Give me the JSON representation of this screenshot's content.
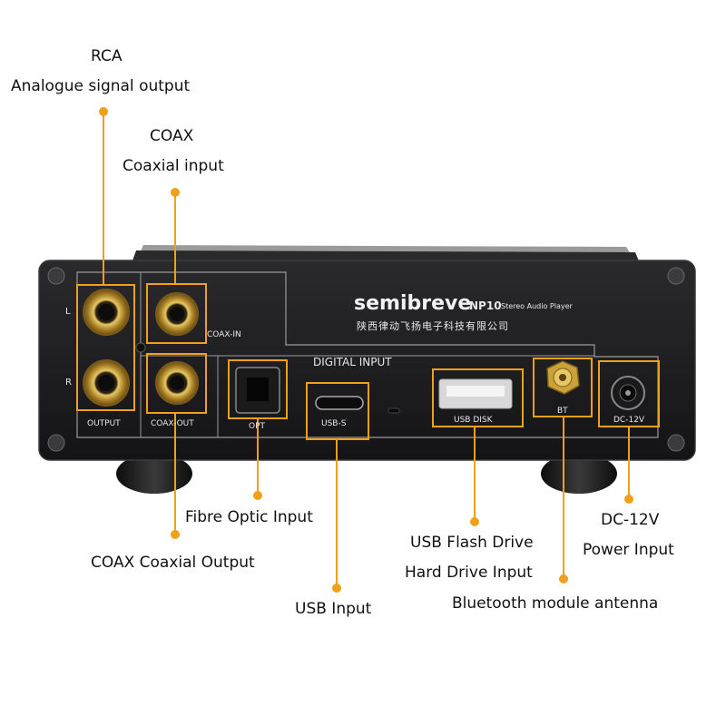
{
  "callouts": {
    "rca_title": "RCA",
    "rca_desc": "Analogue signal output",
    "coax_title": "COAX",
    "coax_desc": "Coaxial input",
    "fibre": "Fibre Optic Input",
    "coax_out": "COAX Coaxial Output",
    "usb_input": "USB Input",
    "usb_flash_1": "USB Flash Drive",
    "usb_flash_2": "Hard Drive Input",
    "bluetooth": "Bluetooth module antenna",
    "dc_1": "DC-12V",
    "dc_2": "Power Input"
  },
  "panel": {
    "brand": "semibreve",
    "model": "NP10",
    "model_desc": "Stereo Audio Player",
    "chinese": "陕西律动飞扬电子科技有限公司",
    "digital_input": "DIGITAL INPUT",
    "label_l": "L",
    "label_r": "R",
    "output": "OUTPUT",
    "coax_in": "COAX-IN",
    "coax_out": "COAX-OUT",
    "opt": "OPT",
    "usb_s": "USB-S",
    "usb_disk": "USB DISK",
    "bt": "BT",
    "dc12v": "DC-12V"
  },
  "colors": {
    "callout_line": "#f0a01a",
    "panel": "#1c1c1e",
    "gold": "#c9a23a"
  }
}
